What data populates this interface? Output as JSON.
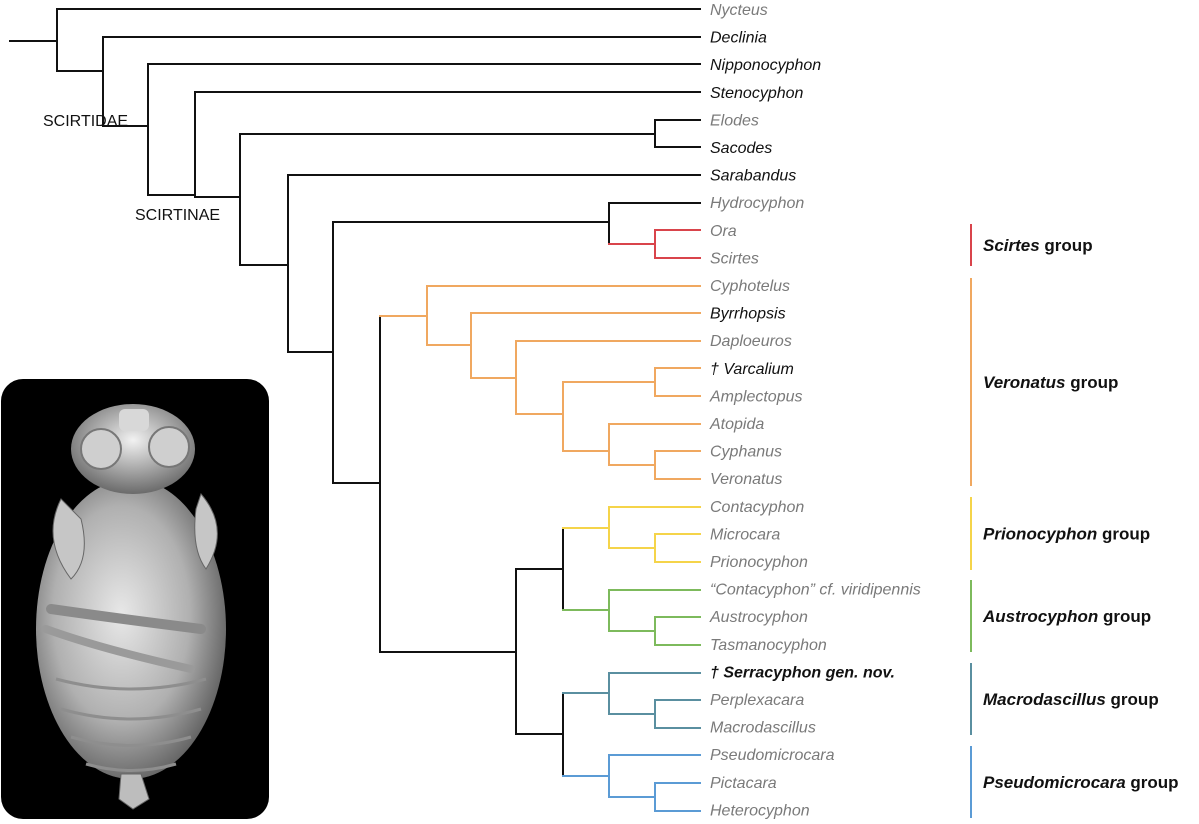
{
  "colors": {
    "black": "#111111",
    "gray_taxon": "#7a7a7a",
    "scirtes": "#d9444b",
    "veronatus": "#f0a860",
    "prionocyphon": "#f5d44a",
    "austrocyphon": "#7dba5c",
    "macrodascillus": "#5a8fa0",
    "pseudomicrocara": "#5b9bd5"
  },
  "clades": {
    "scirtidae": "SCIRTIDAE",
    "scirtinae": "SCIRTINAE"
  },
  "taxa": [
    {
      "name": "Nycteus",
      "tone": "gray"
    },
    {
      "name": "Declinia",
      "tone": "black"
    },
    {
      "name": "Nipponocyphon",
      "tone": "black"
    },
    {
      "name": "Stenocyphon",
      "tone": "black"
    },
    {
      "name": "Elodes",
      "tone": "gray"
    },
    {
      "name": "Sacodes",
      "tone": "black"
    },
    {
      "name": "Sarabandus",
      "tone": "black"
    },
    {
      "name": "Hydrocyphon",
      "tone": "gray"
    },
    {
      "name": "Ora",
      "tone": "gray"
    },
    {
      "name": "Scirtes",
      "tone": "gray"
    },
    {
      "name": "Cyphotelus",
      "tone": "gray"
    },
    {
      "name": "Byrrhopsis",
      "tone": "black"
    },
    {
      "name": "Daploeuros",
      "tone": "gray"
    },
    {
      "name": "† Varcalium",
      "tone": "black"
    },
    {
      "name": "Amplectopus",
      "tone": "gray"
    },
    {
      "name": "Atopida",
      "tone": "gray"
    },
    {
      "name": "Cyphanus",
      "tone": "gray"
    },
    {
      "name": "Veronatus",
      "tone": "gray"
    },
    {
      "name": "Contacyphon",
      "tone": "gray"
    },
    {
      "name": "Microcara",
      "tone": "gray"
    },
    {
      "name": "Prionocyphon",
      "tone": "gray"
    },
    {
      "name": "“Contacyphon” cf. viridipennis",
      "tone": "gray"
    },
    {
      "name": "Austrocyphon",
      "tone": "gray"
    },
    {
      "name": "Tasmanocyphon",
      "tone": "gray"
    },
    {
      "name": "† Serracyphon gen. nov.",
      "tone": "bold"
    },
    {
      "name": "Perplexacara",
      "tone": "gray"
    },
    {
      "name": "Macrodascillus",
      "tone": "gray"
    },
    {
      "name": "Pseudomicrocara",
      "tone": "gray"
    },
    {
      "name": "Pictacara",
      "tone": "gray"
    },
    {
      "name": "Heterocyphon",
      "tone": "gray"
    }
  ],
  "groups": [
    {
      "genus": "Scirtes",
      "suffix": " group",
      "color": "#d9444b"
    },
    {
      "genus": "Veronatus",
      "suffix": " group",
      "color": "#f0a860"
    },
    {
      "genus": "Prionocyphon",
      "suffix": " group",
      "color": "#f5d44a"
    },
    {
      "genus": "Austrocyphon",
      "suffix": " group",
      "color": "#7dba5c"
    },
    {
      "genus": "Macrodascillus",
      "suffix": " group",
      "color": "#5a8fa0"
    },
    {
      "genus": "Pseudomicrocara",
      "suffix": " group",
      "color": "#5b9bd5"
    }
  ]
}
